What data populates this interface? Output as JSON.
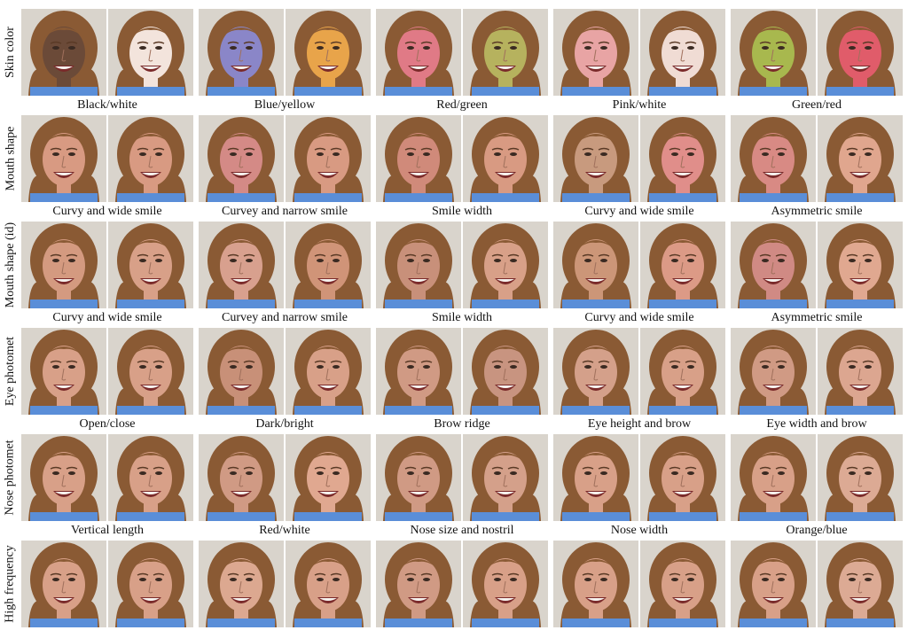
{
  "rows": [
    {
      "label": "Skin color",
      "panels": [
        {
          "caption": "Black/white",
          "tints": [
            "#6b4a38",
            "#f3e4dc"
          ]
        },
        {
          "caption": "Blue/yellow",
          "tints": [
            "#8a86c8",
            "#e8a44a"
          ]
        },
        {
          "caption": "Red/green",
          "tints": [
            "#e07a86",
            "#b6b25e"
          ]
        },
        {
          "caption": "Pink/white",
          "tints": [
            "#e8a4a4",
            "#f0dcd4"
          ]
        },
        {
          "caption": "Green/red",
          "tints": [
            "#a8b84e",
            "#e05c6a"
          ]
        }
      ]
    },
    {
      "label": "Mouth shape",
      "panels": [
        {
          "caption": "Curvy and wide smile",
          "tints": [
            "#d89a82",
            "#d89a82"
          ]
        },
        {
          "caption": "Curvey and narrow smile",
          "tints": [
            "#d48a86",
            "#d89a82"
          ]
        },
        {
          "caption": "Smile width",
          "tints": [
            "#d08a7a",
            "#d89a82"
          ]
        },
        {
          "caption": "Curvy and wide smile",
          "tints": [
            "#c89a7e",
            "#e08e8a"
          ]
        },
        {
          "caption": "Asymmetric smile",
          "tints": [
            "#d88a84",
            "#e0a68e"
          ]
        }
      ]
    },
    {
      "label": "Mouth shape (id)",
      "panels": [
        {
          "caption": "Curvy and wide smile",
          "tints": [
            "#d49a80",
            "#d8a088"
          ]
        },
        {
          "caption": "Curvey and narrow smile",
          "tints": [
            "#d8a08e",
            "#d09478"
          ]
        },
        {
          "caption": "Smile width",
          "tints": [
            "#c8907a",
            "#d8a088"
          ]
        },
        {
          "caption": "Curvy and wide smile",
          "tints": [
            "#cc9678",
            "#dc9a86"
          ]
        },
        {
          "caption": "Asymmetric smile",
          "tints": [
            "#d08a84",
            "#e0a890"
          ]
        }
      ]
    },
    {
      "label": "Eye photomet",
      "panels": [
        {
          "caption": "Open/close",
          "tints": [
            "#d8a088",
            "#d8a088"
          ]
        },
        {
          "caption": "Dark/bright",
          "tints": [
            "#c89078",
            "#d8a088"
          ]
        },
        {
          "caption": "Brow ridge",
          "tints": [
            "#d09a84",
            "#c89480"
          ]
        },
        {
          "caption": "Eye height and brow",
          "tints": [
            "#d4a08a",
            "#d8a088"
          ]
        },
        {
          "caption": "Eye width and brow",
          "tints": [
            "#d09a84",
            "#dca690"
          ]
        }
      ]
    },
    {
      "label": "Nose photomet",
      "panels": [
        {
          "caption": "Vertical length",
          "tints": [
            "#d8a088",
            "#d8a088"
          ]
        },
        {
          "caption": "Red/white",
          "tints": [
            "#d09a84",
            "#e0a890"
          ]
        },
        {
          "caption": "Nose size and nostril",
          "tints": [
            "#d09a84",
            "#d4a08a"
          ]
        },
        {
          "caption": "Nose width",
          "tints": [
            "#d8a088",
            "#d8a088"
          ]
        },
        {
          "caption": "Orange/blue",
          "tints": [
            "#d8a088",
            "#dcaa94"
          ]
        }
      ]
    },
    {
      "label": "High frequency",
      "panels": [
        {
          "caption": "",
          "tints": [
            "#d8a088",
            "#d8a088"
          ]
        },
        {
          "caption": "",
          "tints": [
            "#dca890",
            "#d8a088"
          ]
        },
        {
          "caption": "",
          "tints": [
            "#d09a84",
            "#d8a088"
          ]
        },
        {
          "caption": "",
          "tints": [
            "#d8a088",
            "#d8a088"
          ]
        },
        {
          "caption": "",
          "tints": [
            "#d8a088",
            "#dcaa94"
          ]
        }
      ]
    }
  ],
  "colors": {
    "hair": "#8a5a34",
    "shirt": "#5a8ed8",
    "background": "#d9d4cc",
    "teeth": "#f6f2ee"
  }
}
